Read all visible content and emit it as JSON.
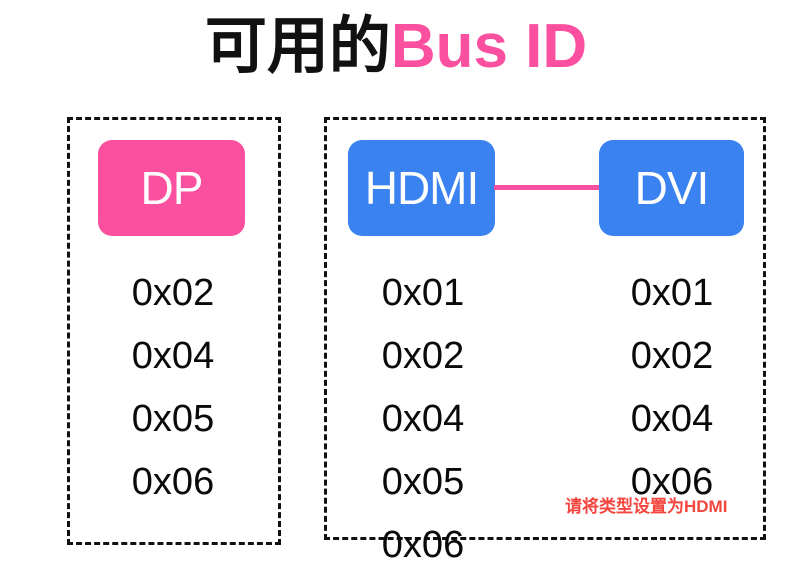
{
  "title": {
    "cn_part": "可用的",
    "en_part": "Bus ID",
    "cn_color": "#111111",
    "en_color": "#fb4f9f"
  },
  "colors": {
    "pink": "#fb4f9f",
    "blue": "#3a82f0",
    "dashed_border": "#111111",
    "annotation_red": "#f4453f",
    "value_text": "#0a0a0a",
    "background": "#ffffff"
  },
  "groups": [
    {
      "id": "dp",
      "nodes": [
        {
          "label": "DP",
          "color": "#fb4f9f"
        }
      ],
      "columns": [
        {
          "header": "DP",
          "values": [
            "0x02",
            "0x04",
            "0x05",
            "0x06"
          ]
        }
      ]
    },
    {
      "id": "hdmi-dvi",
      "nodes": [
        {
          "label": "HDMI",
          "color": "#3a82f0"
        },
        {
          "label": "DVI",
          "color": "#3a82f0"
        }
      ],
      "link": {
        "from": "HDMI",
        "to": "DVI",
        "color": "#fb4f9f"
      },
      "columns": [
        {
          "header": "HDMI",
          "values": [
            "0x01",
            "0x02",
            "0x04",
            "0x05",
            "0x06"
          ]
        },
        {
          "header": "DVI",
          "values": [
            "0x01",
            "0x02",
            "0x04",
            "0x06"
          ]
        }
      ]
    }
  ],
  "annotation": {
    "text": "请将类型设置为HDMI",
    "color": "#f4453f"
  }
}
